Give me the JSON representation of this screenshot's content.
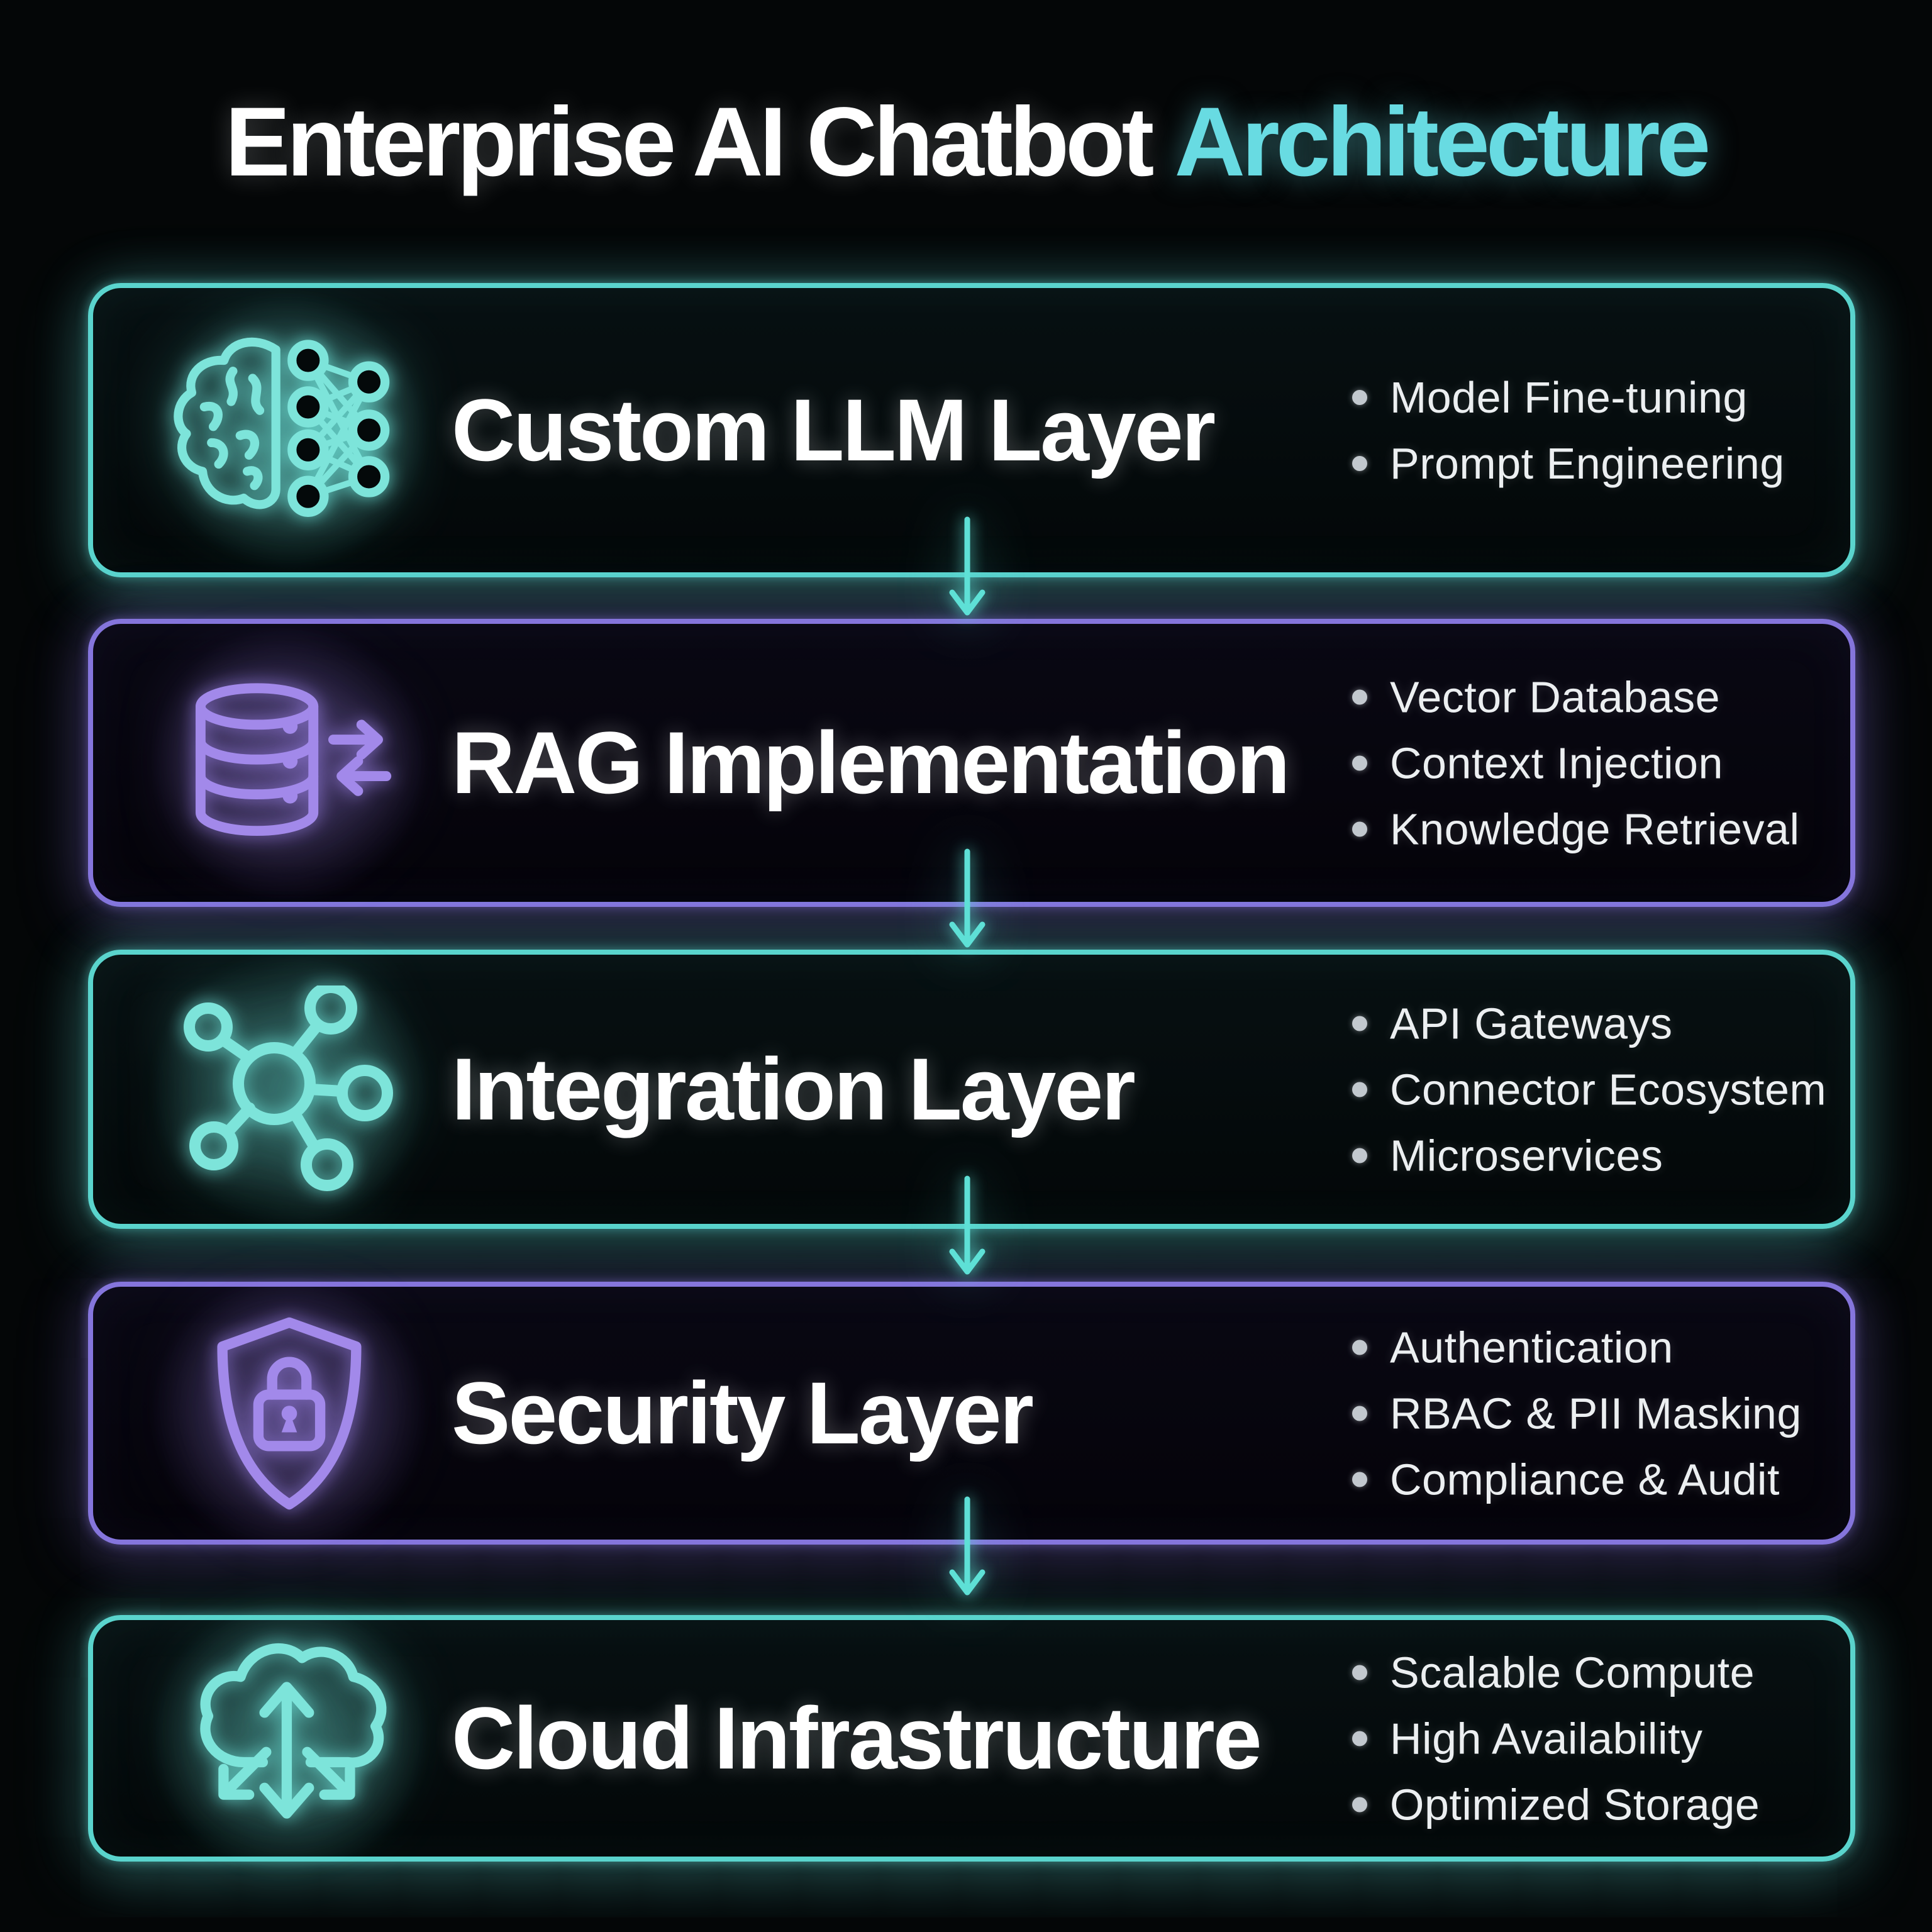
{
  "title": {
    "prefix": "Enterprise AI Chatbot",
    "highlight": "Architecture"
  },
  "colors": {
    "background": "#040607",
    "teal_accent": "#5ad4cd",
    "purple_accent": "#8575dc",
    "title_highlight": "#68dbe2",
    "heading_text": "#ffffff",
    "bullet_text": "#eceff1",
    "bullet_dot": "#c2c8ce",
    "arrow": "#5ee0d6"
  },
  "layers": [
    {
      "title": "Custom LLM Layer",
      "icon": "brain-network-icon",
      "accent": "teal",
      "bullets": [
        "Model Fine-tuning",
        "Prompt Engineering"
      ]
    },
    {
      "title": "RAG Implementation",
      "icon": "database-sync-icon",
      "accent": "purple",
      "bullets": [
        "Vector Database",
        "Context Injection",
        "Knowledge Retrieval"
      ]
    },
    {
      "title": "Integration Layer",
      "icon": "network-hub-icon",
      "accent": "teal",
      "bullets": [
        "API Gateways",
        "Connector Ecosystem",
        "Microservices"
      ]
    },
    {
      "title": "Security Layer",
      "icon": "shield-lock-icon",
      "accent": "purple",
      "bullets": [
        "Authentication",
        "RBAC & PII Masking",
        "Compliance & Audit"
      ]
    },
    {
      "title": "Cloud Infrastructure",
      "icon": "cloud-scaling-icon",
      "accent": "teal",
      "bullets": [
        "Scalable Compute",
        "High Availability",
        "Optimized Storage"
      ]
    }
  ]
}
